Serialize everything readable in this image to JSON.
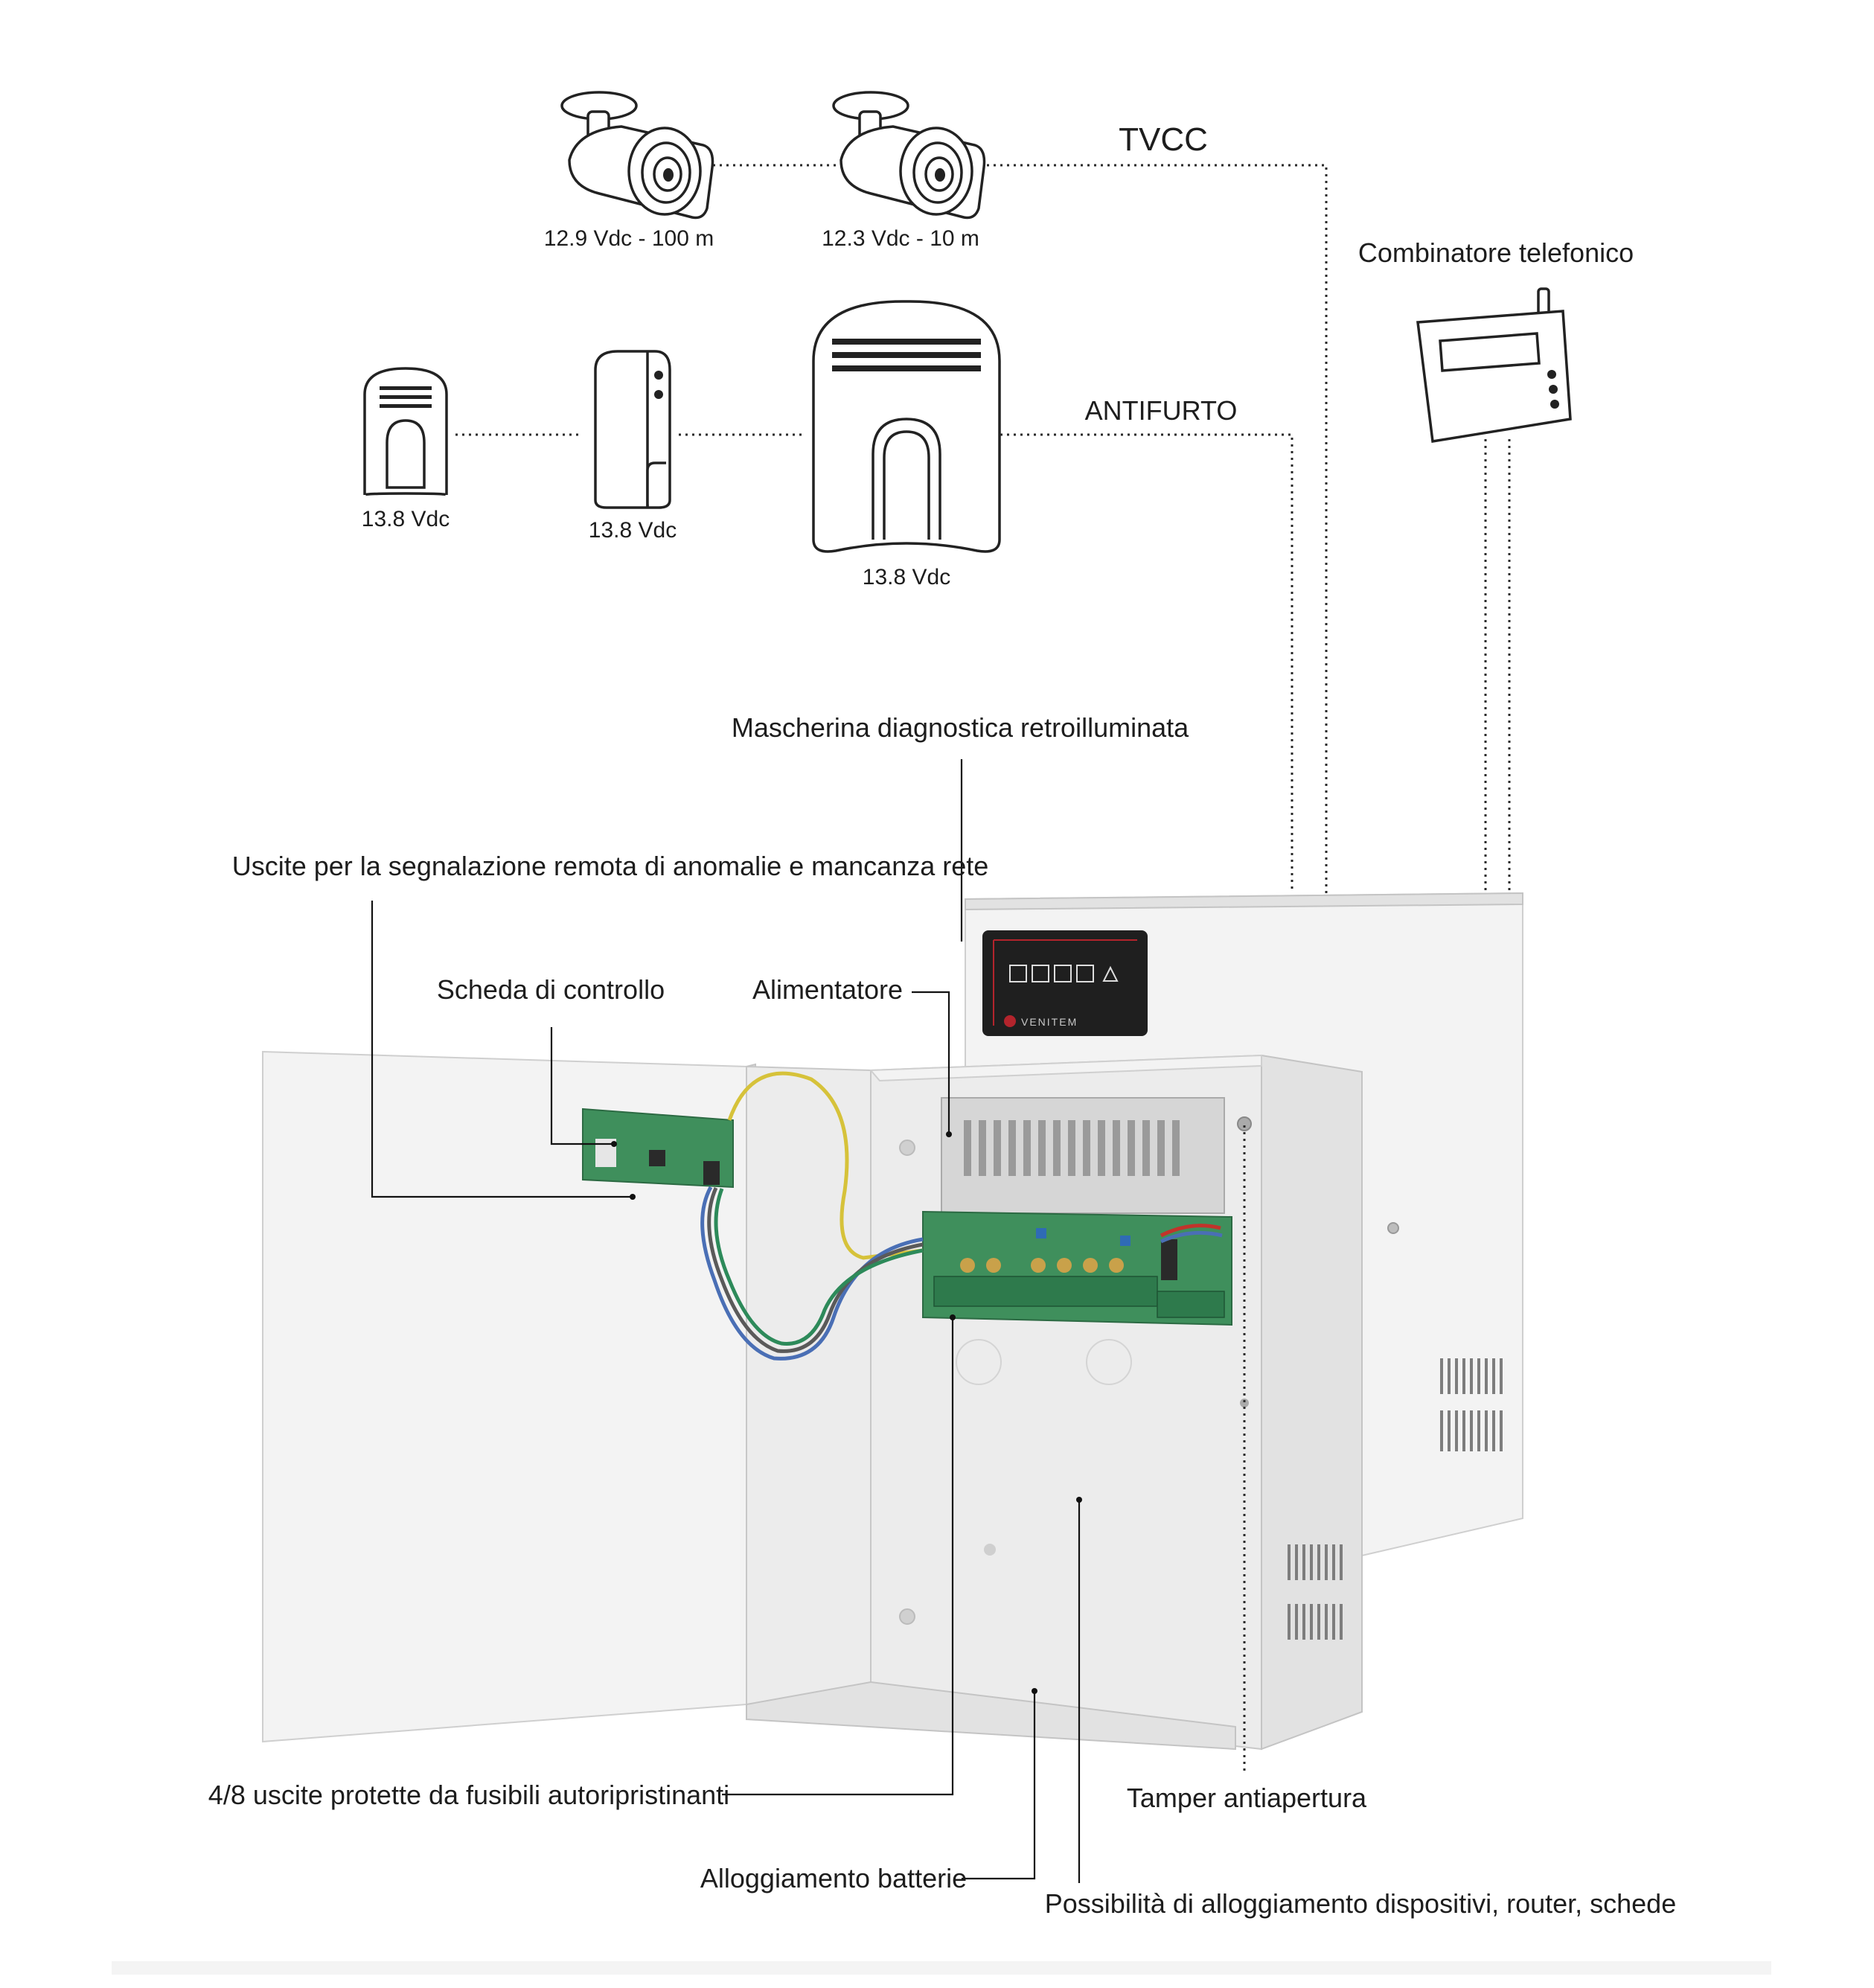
{
  "system": {
    "tvcc_label": "TVCC",
    "antifurto_label": "ANTIFURTO",
    "combinatore_label": "Combinatore telefonico"
  },
  "cameras": [
    {
      "label": "12.9 Vdc - 100 m"
    },
    {
      "label": "12.3 Vdc - 10 m"
    }
  ],
  "sensors": [
    {
      "label": "13.8 Vdc"
    },
    {
      "label": "13.8 Vdc"
    },
    {
      "label": "13.8 Vdc"
    }
  ],
  "callouts": {
    "mascherina": "Mascherina diagnostica retroilluminata",
    "uscite_remote": "Uscite per la segnalazione remota di anomalie e mancanza rete",
    "scheda": "Scheda di controllo",
    "alimentatore": "Alimentatore",
    "uscite_protette": "4/8 uscite protette da fusibili autoripristinanti",
    "tamper": "Tamper antiapertura",
    "batterie": "Alloggiamento batterie",
    "alloggiamento": "Possibilità di alloggiamento dispositivi, router, schede"
  },
  "brand": {
    "logo_text": "VENITEM"
  },
  "colors": {
    "line": "#1d1d1d",
    "enclosure": "#ececec",
    "pcb": "#3f8f5c",
    "panel": "#1f1f1f",
    "panel_accent": "#b3242c"
  }
}
